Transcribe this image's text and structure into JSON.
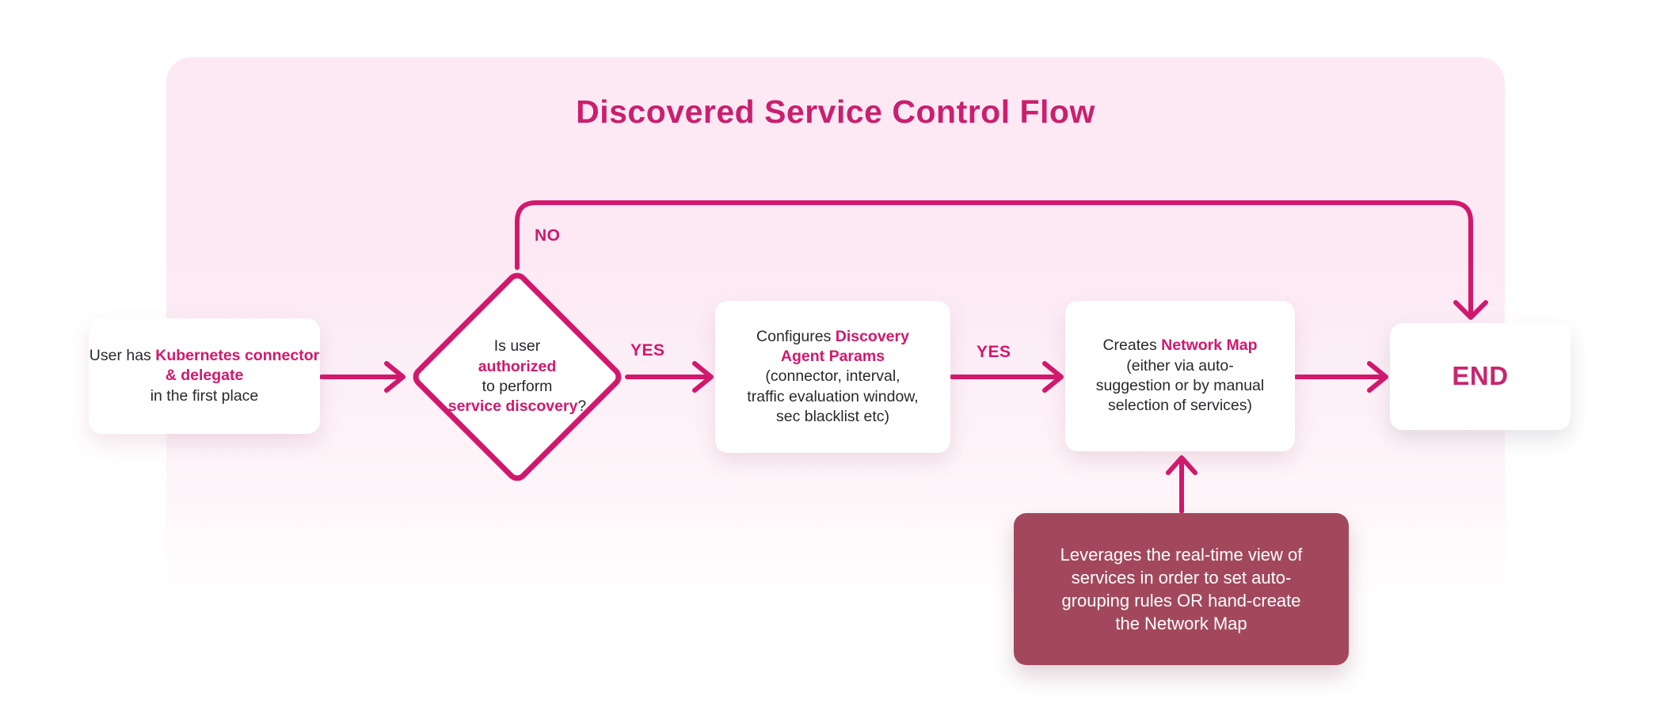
{
  "title": "Discovered Service Control Flow",
  "colors": {
    "accent": "#d2186c",
    "panel_pink": "#fce9f4",
    "note_maroon": "#a3485c",
    "node_white": "#ffffff",
    "text_dark": "#28292d"
  },
  "labels": {
    "yes1": "YES",
    "yes2": "YES",
    "no": "NO"
  },
  "nodes": {
    "start": {
      "l1a": "User has ",
      "l1b": "Kubernetes",
      "l2b": "connector & delegate",
      "l3": "in the first place"
    },
    "decision": {
      "l1": "Is user",
      "l2": "authorized",
      "l3": "to perform",
      "l4b": "service discovery",
      "l4c": "?"
    },
    "configure": {
      "l1a": "Configures ",
      "l1b": "Discovery",
      "l2b": "Agent Params",
      "l3": "(connector, interval,",
      "l4": "traffic evaluation window,",
      "l5": "sec blacklist etc)"
    },
    "create": {
      "l1a": "Creates ",
      "l1b": "Network Map",
      "l2": "(either via auto-",
      "l3": "suggestion or by manual",
      "l4": "selection of services)"
    },
    "end": {
      "label": "END"
    },
    "note": {
      "l1": "Leverages the real-time view of",
      "l2": "services in order to set auto-",
      "l3": "grouping rules OR hand-create",
      "l4": "the Network Map"
    }
  }
}
